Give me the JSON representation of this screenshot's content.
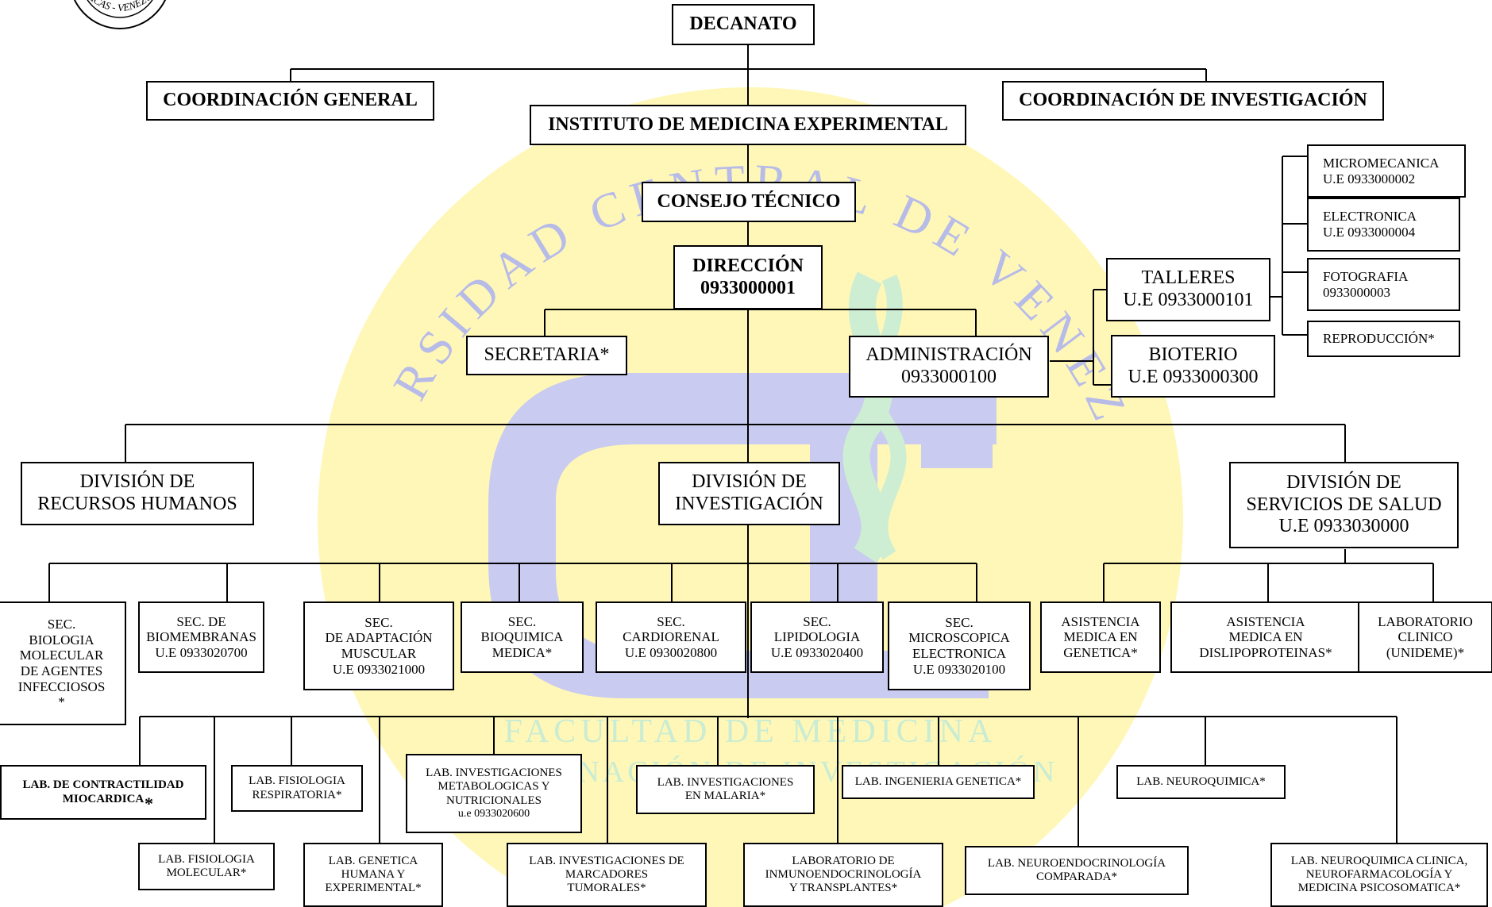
{
  "colors": {
    "watermark_yellow": "#fff7b8",
    "watermark_blue": "#c9cbf0",
    "watermark_green": "#cdeed3",
    "watermark_text_blue": "#b7bbe8",
    "watermark_text_green": "#c9ecd2",
    "line": "#000000"
  },
  "icons": {
    "crest": "university-seal-icon"
  },
  "watermark": {
    "arc_text": "UNIVERSIDAD CENTRAL DE VENEZUELA",
    "faculty": "FACULTAD DE MEDICINA",
    "coordination": "COORDINACIÓN DE INVESTIGACIÓN"
  },
  "crest_text": "CARACAS - VENEZUELA",
  "nodes": {
    "decanato": "DECANATO",
    "coord_general": "COORDINACIÓN GENERAL",
    "coord_investigacion": "COORDINACIÓN DE INVESTIGACIÓN",
    "instituto": "INSTITUTO DE MEDICINA EXPERIMENTAL",
    "consejo": "CONSEJO TÉCNICO",
    "direccion": "DIRECCIÓN\n0933000001",
    "secretaria": "SECRETARIA*",
    "administracion": "ADMINISTRACIÓN\n0933000100",
    "talleres": "TALLERES\nU.E 0933000101",
    "bioterio": "BIOTERIO\nU.E 0933000300",
    "micromecanica": "MICROMECANICA\nU.E 0933000002",
    "electronica": "ELECTRONICA\nU.E 0933000004",
    "fotografia": "FOTOGRAFIA\n0933000003",
    "reproduccion": "REPRODUCCIÓN*",
    "div_rrhh": "DIVISIÓN DE\nRECURSOS HUMANOS",
    "div_inv": "DIVISIÓN DE\nINVESTIGACIÓN",
    "div_salud": "DIVISIÓN DE\nSERVICIOS DE SALUD\nU.E 0933030000",
    "sec_biologia": "SEC.\nBIOLOGIA\nMOLECULAR\nDE AGENTES\nINFECCIOSOS\n*",
    "sec_biomembranas": "SEC. DE\nBIOMEMBRANAS\nU.E 0933020700",
    "sec_adaptacion": "SEC.\nDE ADAPTACIÓN\nMUSCULAR\nU.E 0933021000",
    "sec_bioquimica": "SEC.\nBIOQUIMICA\nMEDICA*",
    "sec_cardiorenal": "SEC.\nCARDIORENAL\nU.E 0930020800",
    "sec_lipidologia": "SEC.\nLIPIDOLOGIA\nU.E 0933020400",
    "sec_microscopica": "SEC.\nMICROSCOPICA\nELECTRONICA\nU.E 0933020100",
    "asist_genetica": "ASISTENCIA\nMEDICA EN\nGENETICA*",
    "asist_dislipo": "ASISTENCIA\nMEDICA EN\nDISLIPOPROTEINAS*",
    "lab_clinico": "LABORATORIO\nCLINICO\n(UNIDEME)*",
    "lab_contractilidad": "LAB. DE CONTRACTILIDAD\nMIOCARDICA",
    "lab_contractilidad_mark": "*",
    "lab_fis_resp": "LAB. FISIOLOGIA\nRESPIRATORIA*",
    "lab_metabolicas": "LAB. INVESTIGACIONES\nMETABOLOGICAS Y\nNUTRICIONALES",
    "lab_metabolicas_ue": "u.e 0933020600",
    "lab_malaria": "LAB. INVESTIGACIONES\nEN MALARIA*",
    "lab_ing_genetica": "LAB. INGENIERIA GENETICA*",
    "lab_neuroquimica": "LAB. NEUROQUIMICA*",
    "lab_fis_molecular": "LAB. FISIOLOGIA\nMOLECULAR*",
    "lab_genetica": "LAB. GENETICA\nHUMANA Y\nEXPERIMENTAL*",
    "lab_marcadores": "LAB. INVESTIGACIONES DE\nMARCADORES\nTUMORALES*",
    "lab_inmuno": "LABORATORIO DE\nINMUNOENDOCRINOLOGÍA\nY TRANSPLANTES*",
    "lab_neuroendo": "LAB. NEUROENDOCRINOLOGÍA\nCOMPARADA*",
    "lab_neuro_clinica": "LAB. NEUROQUIMICA CLINICA,\nNEUROFARMACOLOGÍA Y\nMEDICINA PSICOSOMATICA*"
  }
}
